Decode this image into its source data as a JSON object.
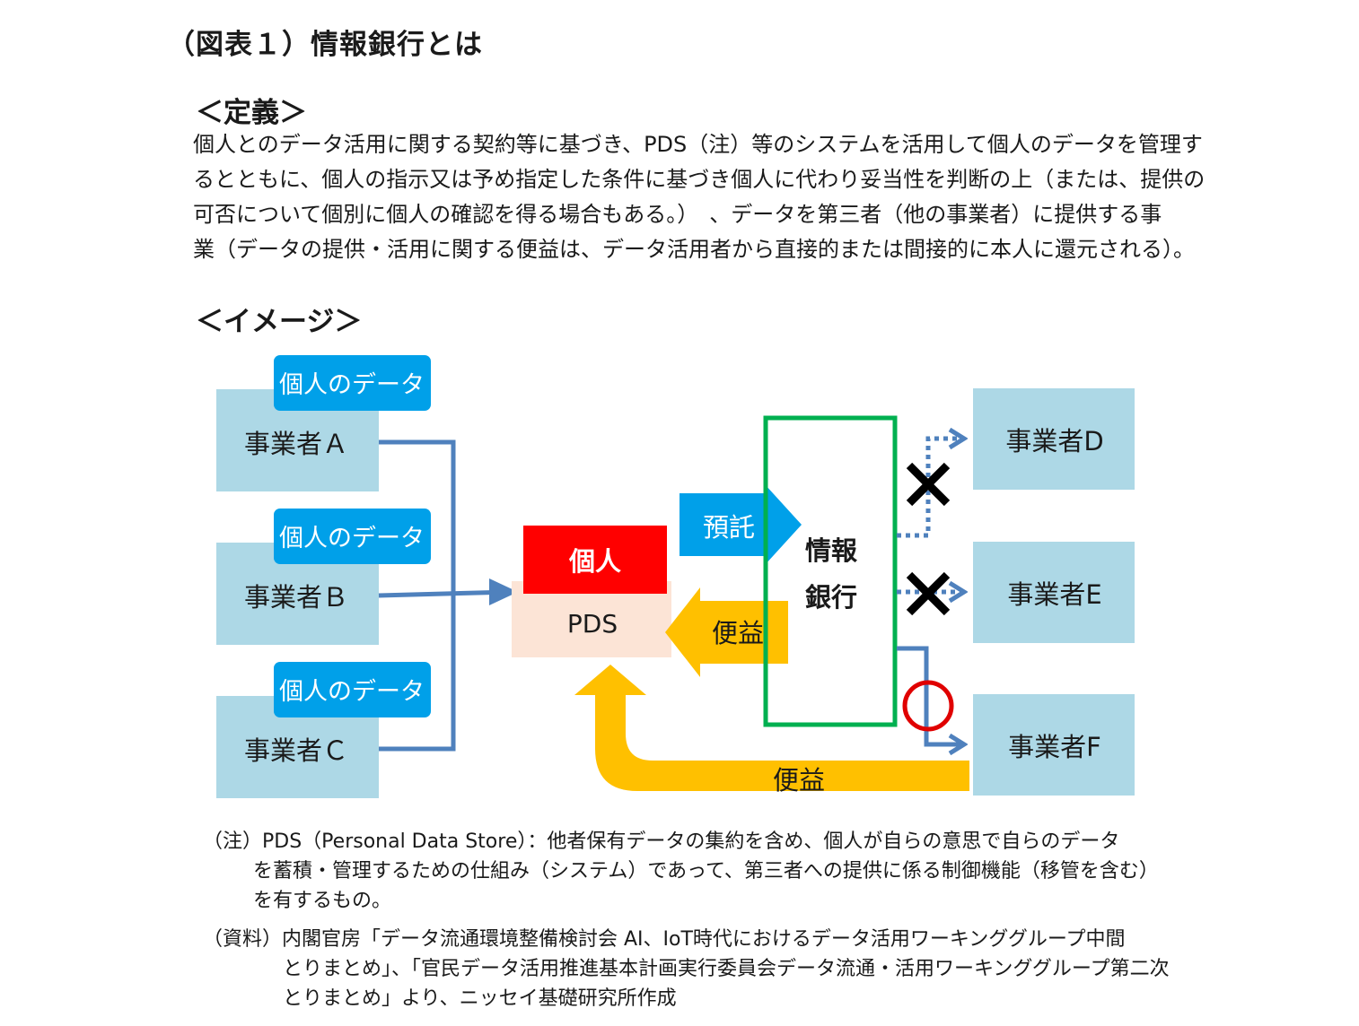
{
  "title": "（図表１）情報銀行とは",
  "definition": {
    "heading": "＜定義＞",
    "lines": [
      "個人とのデータ活用に関する契約等に基づき、PDS（注）等のシステムを活用して個人のデータを管理す",
      "るとともに、個人の指示又は予め指定した条件に基づき個人に代わり妥当性を判断の上（または、提供の",
      "可否について個別に個人の確認を得る場合もある。）　、データを第三者（他の事業者）に提供する事",
      "業（データの提供・活用に関する便益は、データ活用者から直接的または間接的に本人に還元される）。"
    ]
  },
  "image": {
    "heading": "＜イメージ＞",
    "providers": [
      {
        "tag": "個人のデータ",
        "name": "事業者Ａ"
      },
      {
        "tag": "個人のデータ",
        "name": "事業者Ｂ"
      },
      {
        "tag": "個人のデータ",
        "name": "事業者Ｃ"
      }
    ],
    "individual": "個人",
    "pds": "PDS",
    "entrust": "預託",
    "benefit_small": "便益",
    "bank_line1": "情報",
    "bank_line2": "銀行",
    "recipients": [
      "事業者D",
      "事業者E",
      "事業者F"
    ],
    "benefit_large": "便益"
  },
  "notes": {
    "note_lines": [
      "（注）PDS（Personal Data Store）：他者保有データの集約を含め、個人が自らの意思で自らのデータ",
      "を蓄積・管理するための仕組み（システム）であって、第三者への提供に係る制御機能（移管を含む）",
      "を有するもの。"
    ],
    "source_lines": [
      "（資料）内閣官房「データ流通環境整備検討会 AI、IoT時代におけるデータ活用ワーキンググループ中間",
      "とりまとめ」、「官民データ活用推進基本計画実行委員会データ流通・活用ワーキンググループ第二次",
      "とりまとめ」より、ニッセイ基礎研究所作成"
    ]
  },
  "colors": {
    "provider_box": "#add8e6",
    "tag_blue": "#00a0e9",
    "individual_red": "#ff0000",
    "pds_bg": "#fce4d6",
    "arrow_blue": "#4f81bd",
    "benefit_yellow": "#ffc000",
    "bank_border": "#00b050",
    "allowed_circle": "#e00000"
  }
}
